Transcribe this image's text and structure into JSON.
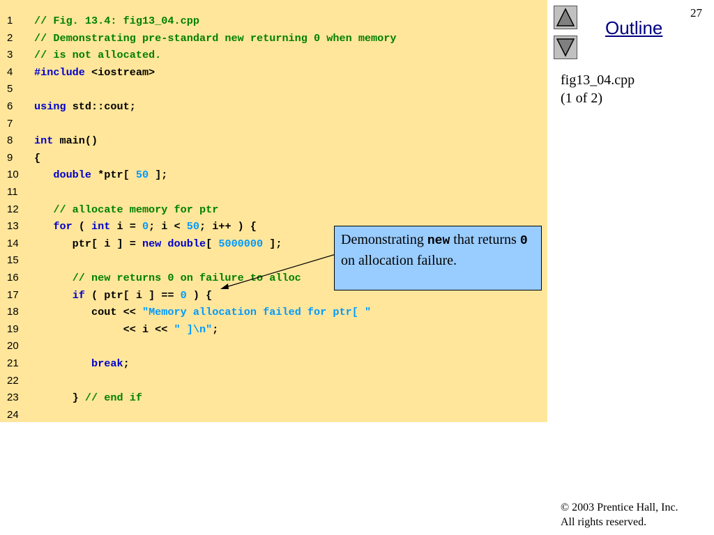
{
  "slide": {
    "page_number": "27",
    "outline_label": "Outline",
    "file_label_line1": "fig13_04.cpp",
    "file_label_line2": "(1 of 2)",
    "nav": {
      "up_icon": "triangle-up-icon",
      "down_icon": "triangle-down-icon"
    },
    "copyright_symbol": "©",
    "copyright_line1": " 2003 Prentice Hall, Inc.",
    "copyright_line2": "All rights reserved."
  },
  "callout": {
    "part1": "Demonstrating ",
    "code1": "new",
    "part2": " that returns ",
    "code2": "0",
    "part3": " on allocation failure."
  },
  "colors": {
    "code_background": "#ffe69b",
    "comment": "#008000",
    "keyword": "#0000cc",
    "literal": "#0099ff",
    "callout_background": "#99ccff"
  },
  "code_lines": [
    {
      "num": "1",
      "tokens": [
        {
          "t": "c",
          "v": "// Fig. 13.4: fig13_04.cpp"
        }
      ]
    },
    {
      "num": "2",
      "tokens": [
        {
          "t": "c",
          "v": "// Demonstrating pre-standard new returning 0 when memory"
        }
      ]
    },
    {
      "num": "3",
      "tokens": [
        {
          "t": "c",
          "v": "// is not allocated."
        }
      ]
    },
    {
      "num": "4",
      "tokens": [
        {
          "t": "k",
          "v": "#include"
        },
        {
          "t": "p",
          "v": " <iostream>"
        }
      ]
    },
    {
      "num": "5",
      "tokens": []
    },
    {
      "num": "6",
      "tokens": [
        {
          "t": "k",
          "v": "using"
        },
        {
          "t": "p",
          "v": " std::cout;"
        }
      ]
    },
    {
      "num": "7",
      "tokens": []
    },
    {
      "num": "8",
      "tokens": [
        {
          "t": "k",
          "v": "int"
        },
        {
          "t": "p",
          "v": " main()"
        }
      ]
    },
    {
      "num": "9",
      "tokens": [
        {
          "t": "p",
          "v": "{"
        }
      ]
    },
    {
      "num": "10",
      "tokens": [
        {
          "t": "p",
          "v": "   "
        },
        {
          "t": "k",
          "v": "double"
        },
        {
          "t": "p",
          "v": " *ptr[ "
        },
        {
          "t": "n",
          "v": "50"
        },
        {
          "t": "p",
          "v": " ];"
        }
      ]
    },
    {
      "num": "11",
      "tokens": []
    },
    {
      "num": "12",
      "tokens": [
        {
          "t": "p",
          "v": "   "
        },
        {
          "t": "c",
          "v": "// allocate memory for ptr"
        }
      ]
    },
    {
      "num": "13",
      "tokens": [
        {
          "t": "p",
          "v": "   "
        },
        {
          "t": "k",
          "v": "for"
        },
        {
          "t": "p",
          "v": " ( "
        },
        {
          "t": "k",
          "v": "int"
        },
        {
          "t": "p",
          "v": " i = "
        },
        {
          "t": "n",
          "v": "0"
        },
        {
          "t": "p",
          "v": "; i < "
        },
        {
          "t": "n",
          "v": "50"
        },
        {
          "t": "p",
          "v": "; i++ ) {"
        }
      ]
    },
    {
      "num": "14",
      "tokens": [
        {
          "t": "p",
          "v": "      ptr[ i ] = "
        },
        {
          "t": "k",
          "v": "new"
        },
        {
          "t": "p",
          "v": " "
        },
        {
          "t": "k",
          "v": "double"
        },
        {
          "t": "p",
          "v": "[ "
        },
        {
          "t": "n",
          "v": "5000000"
        },
        {
          "t": "p",
          "v": " ];"
        }
      ]
    },
    {
      "num": "15",
      "tokens": []
    },
    {
      "num": "16",
      "tokens": [
        {
          "t": "p",
          "v": "      "
        },
        {
          "t": "c",
          "v": "// new returns 0 on failure to alloc"
        }
      ]
    },
    {
      "num": "17",
      "tokens": [
        {
          "t": "p",
          "v": "      "
        },
        {
          "t": "k",
          "v": "if"
        },
        {
          "t": "p",
          "v": " ( ptr[ i ] == "
        },
        {
          "t": "n",
          "v": "0"
        },
        {
          "t": "p",
          "v": " ) {"
        }
      ]
    },
    {
      "num": "18",
      "tokens": [
        {
          "t": "p",
          "v": "         cout << "
        },
        {
          "t": "s",
          "v": "\"Memory allocation failed for ptr[ \""
        }
      ]
    },
    {
      "num": "19",
      "tokens": [
        {
          "t": "p",
          "v": "              << i << "
        },
        {
          "t": "s",
          "v": "\" ]\\n\""
        },
        {
          "t": "p",
          "v": ";"
        }
      ]
    },
    {
      "num": "20",
      "tokens": []
    },
    {
      "num": "21",
      "tokens": [
        {
          "t": "p",
          "v": "         "
        },
        {
          "t": "k",
          "v": "break"
        },
        {
          "t": "p",
          "v": ";"
        }
      ]
    },
    {
      "num": "22",
      "tokens": []
    },
    {
      "num": "23",
      "tokens": [
        {
          "t": "p",
          "v": "      } "
        },
        {
          "t": "c",
          "v": "// end if"
        }
      ]
    },
    {
      "num": "24",
      "tokens": []
    }
  ]
}
